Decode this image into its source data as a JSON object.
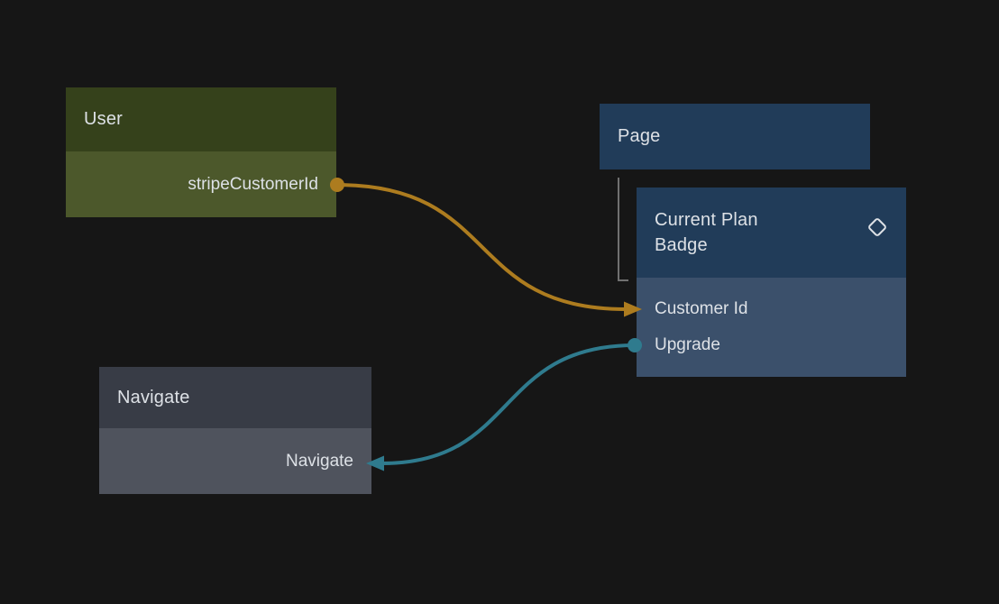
{
  "colors": {
    "background": "#161616",
    "text": "#dde1e6",
    "user_header": "#35411b",
    "user_body": "#4c582b",
    "page_header": "#213c59",
    "badge_header": "#213c59",
    "badge_body": "#3b506b",
    "navigate_header": "#383c46",
    "navigate_body": "#4f535d",
    "tree_line": "#707070",
    "icon_stroke": "#dde1e6"
  },
  "nodes": {
    "user": {
      "title": "User",
      "outputs": {
        "stripe_customer_id": "stripeCustomerId"
      }
    },
    "page": {
      "title": "Page"
    },
    "current_plan_badge": {
      "title": "Current Plan Badge",
      "header_icon": "diamond-icon",
      "inputs": {
        "customer_id": "Customer Id",
        "upgrade": "Upgrade"
      }
    },
    "navigate": {
      "title": "Navigate",
      "inputs": {
        "navigate": "Navigate"
      }
    }
  },
  "edges": [
    {
      "from": "User.stripeCustomerId",
      "to": "Current Plan Badge.Customer Id",
      "color": "#ad7c1f"
    },
    {
      "from": "Current Plan Badge.Upgrade",
      "to": "Navigate.Navigate",
      "color": "#2f7b8e"
    }
  ],
  "hierarchy": {
    "parent": "Page",
    "child": "Current Plan Badge"
  }
}
